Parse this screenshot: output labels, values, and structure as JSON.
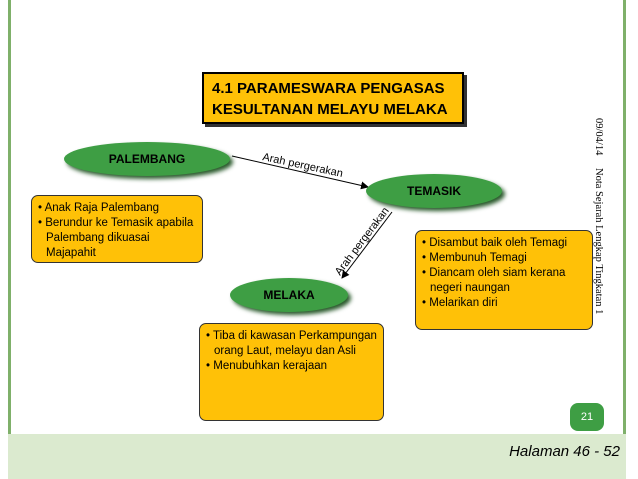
{
  "title": {
    "line1": "4.1 PARAMESWARA PENGASAS",
    "line2": "KESULTANAN MELAYU MELAKA"
  },
  "nodes": {
    "palembang": "PALEMBANG",
    "temasik": "TEMASIK",
    "melaka": "MELAKA"
  },
  "arrow_labels": {
    "first": "Arah pergerakan",
    "second": "Arah pergerakan"
  },
  "boxes": {
    "palembang": [
      "Anak Raja Palembang",
      "Berundur ke Temasik apabila Palembang dikuasai Majapahit"
    ],
    "temasik": [
      "Disambut baik oleh Temagi",
      "Membunuh Temagi",
      "Diancam oleh siam kerana negeri naungan",
      "Melarikan diri"
    ],
    "melaka": [
      "Tiba di kawasan Perkampungan orang Laut, melayu dan Asli",
      "Menubuhkan kerajaan"
    ]
  },
  "side": {
    "date": "09/04/14",
    "note": "Nota Sejarah Lengkap Tingkatan 1"
  },
  "page_number": "21",
  "footer": "Halaman 46 - 52",
  "colors": {
    "title_fill": "#ffc107",
    "node_fill": "#3e9e44",
    "box_fill": "#ffc107",
    "border_green": "#7fb06a"
  }
}
